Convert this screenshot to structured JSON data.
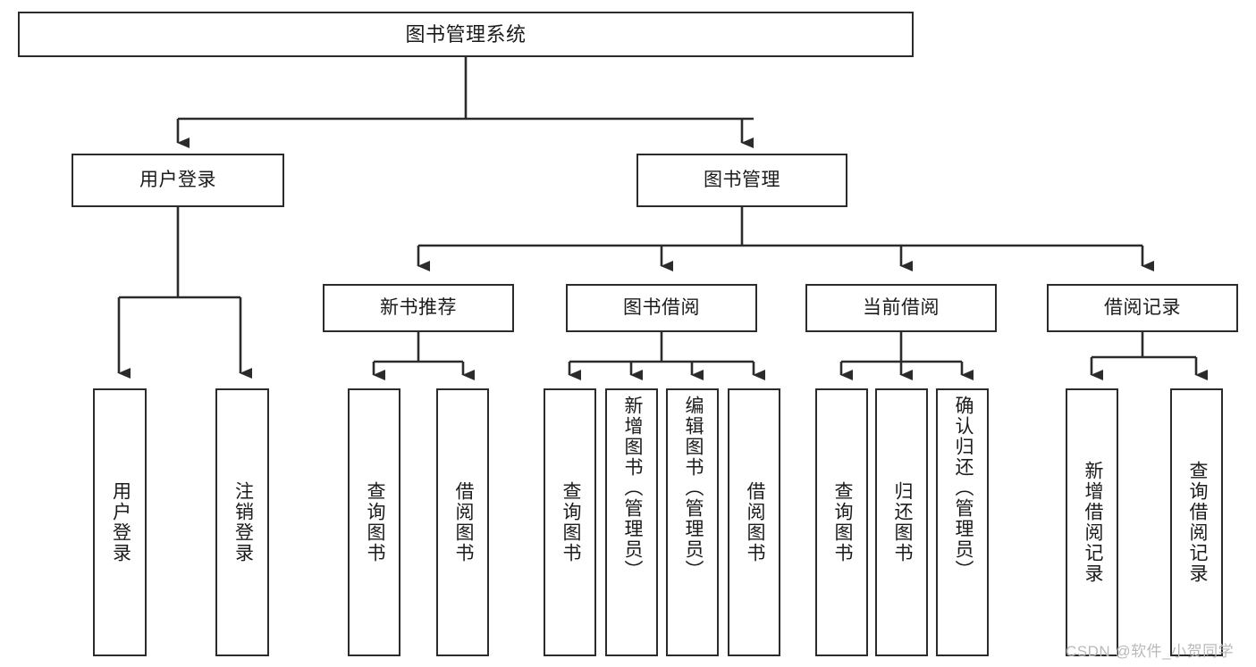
{
  "diagram": {
    "title": "图书管理系统",
    "type": "tree-hierarchy-diagram",
    "root": {
      "label": "图书管理系统"
    },
    "level1": [
      {
        "label": "用户登录"
      },
      {
        "label": "图书管理"
      }
    ],
    "level2": [
      {
        "label": "新书推荐"
      },
      {
        "label": "图书借阅"
      },
      {
        "label": "当前借阅"
      },
      {
        "label": "借阅记录"
      }
    ],
    "leaves": {
      "user_login": [
        {
          "label": "用户登录"
        },
        {
          "label": "注销登录"
        }
      ],
      "new_book_recommend": [
        {
          "label": "查询图书"
        },
        {
          "label": "借阅图书"
        }
      ],
      "book_borrow": [
        {
          "label": "查询图书"
        },
        {
          "label": "新增图书（管理员）"
        },
        {
          "label": "编辑图书（管理员）"
        },
        {
          "label": "借阅图书"
        }
      ],
      "current_borrow": [
        {
          "label": "查询图书"
        },
        {
          "label": "归还图书"
        },
        {
          "label": "确认归还（管理员）"
        }
      ],
      "borrow_record": [
        {
          "label": "新增借阅记录"
        },
        {
          "label": "查询借阅记录"
        }
      ]
    }
  },
  "watermark": {
    "text": "CSDN @软件_小贺同学"
  },
  "colors": {
    "stroke": "#2b2b2b",
    "fill": "#ffffff",
    "text": "#1b1b1b",
    "watermark": "#b9b9b9"
  }
}
